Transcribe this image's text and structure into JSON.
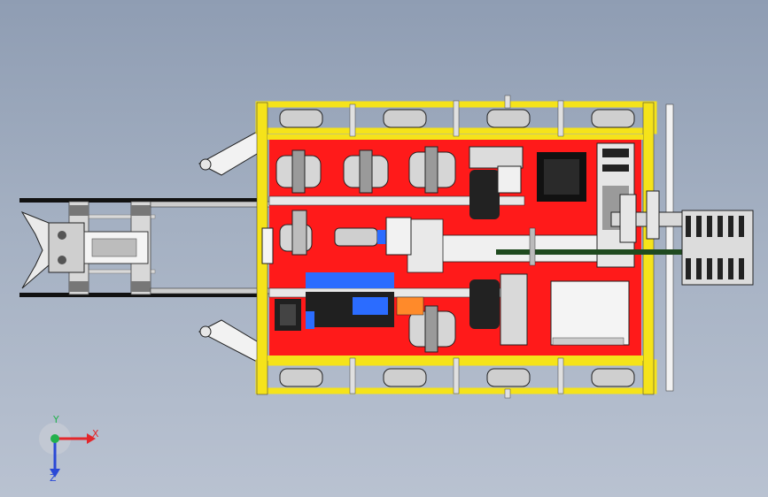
{
  "viewport": {
    "name": "cad-graphics-area",
    "view_orientation": "top view",
    "colors": {
      "background_top": "#8f9db3",
      "background_bottom": "#b9c2d1",
      "frame_yellow": "#f5e31a",
      "chassis_red": "#ff1a1a",
      "rail_dark": "#1b1b1b",
      "wheel_silver": "#c9c9c9",
      "board_blue": "#2b6cff",
      "motor_dark": "#222222",
      "orange_part": "#ff8a2a"
    }
  },
  "triad": {
    "x_label": "X",
    "y_label": "Y",
    "z_label": "Z",
    "colors": {
      "x": "#e3262a",
      "y": "#22b14c",
      "z": "#2a49d6"
    }
  }
}
